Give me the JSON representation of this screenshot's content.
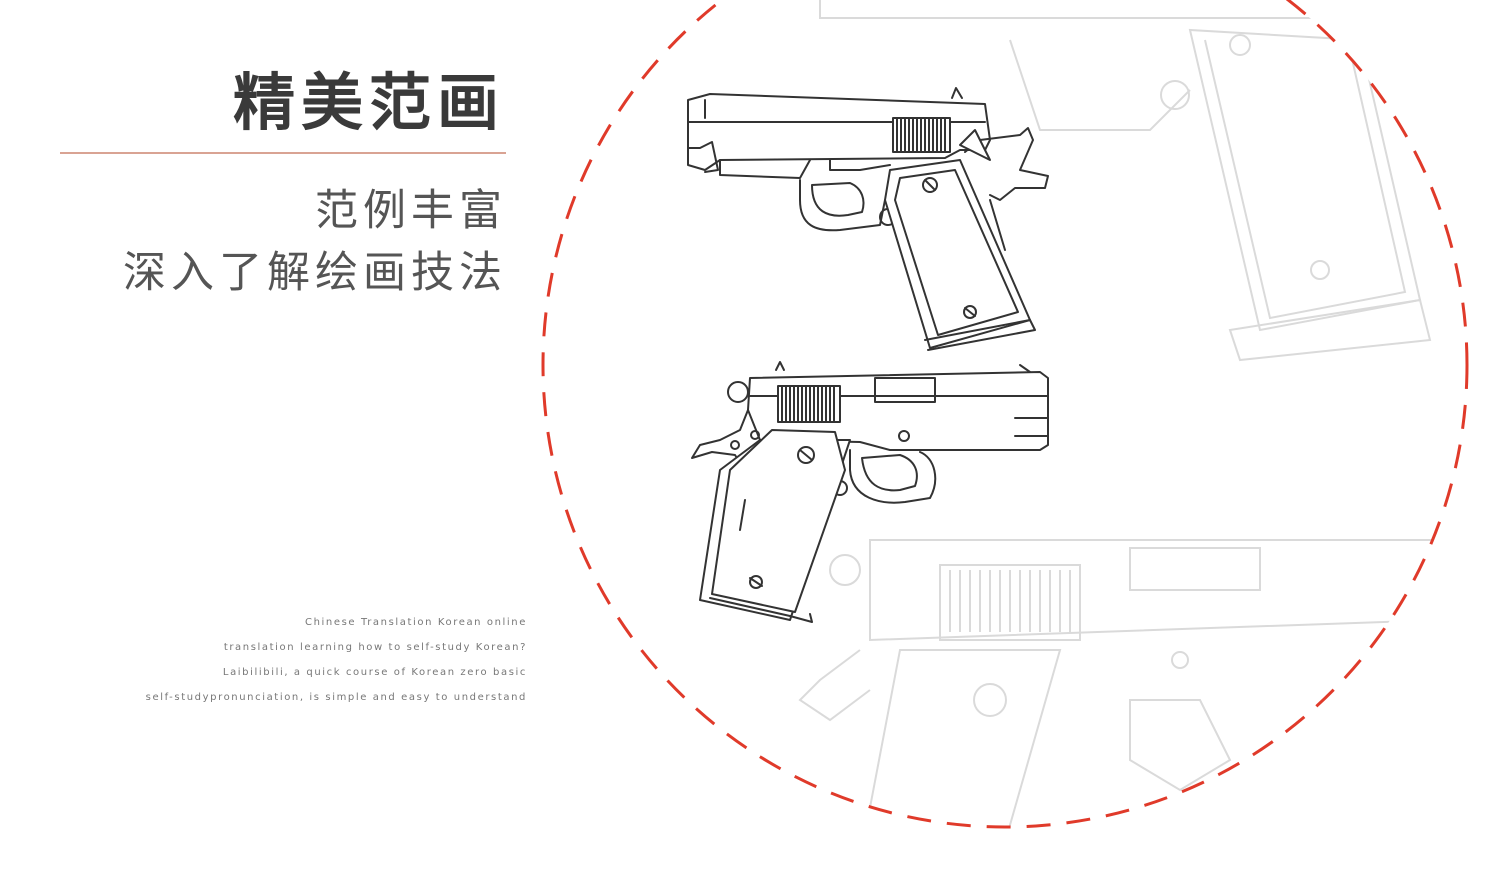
{
  "heading": "精美范画",
  "subtitle_lines": [
    "范例丰富",
    "深入了解绘画技法"
  ],
  "english_lines": [
    "Chinese Translation Korean online",
    "translation learning how to self-study Korean?",
    "Laibilibili, a quick course of Korean zero basic",
    "self-studypronunciation, is simple and easy to understand"
  ],
  "colors": {
    "accent": "#e03a2a",
    "rule": "#d9a393",
    "heading": "#3a3a3a",
    "line_art": "#333333",
    "faint_art": "#d8d8d8"
  },
  "icons": {
    "top_drawing": "pistol-sketch-icon",
    "bottom_drawing": "pistol-sketch-icon",
    "background_drawing": "pistol-outline-icon"
  }
}
